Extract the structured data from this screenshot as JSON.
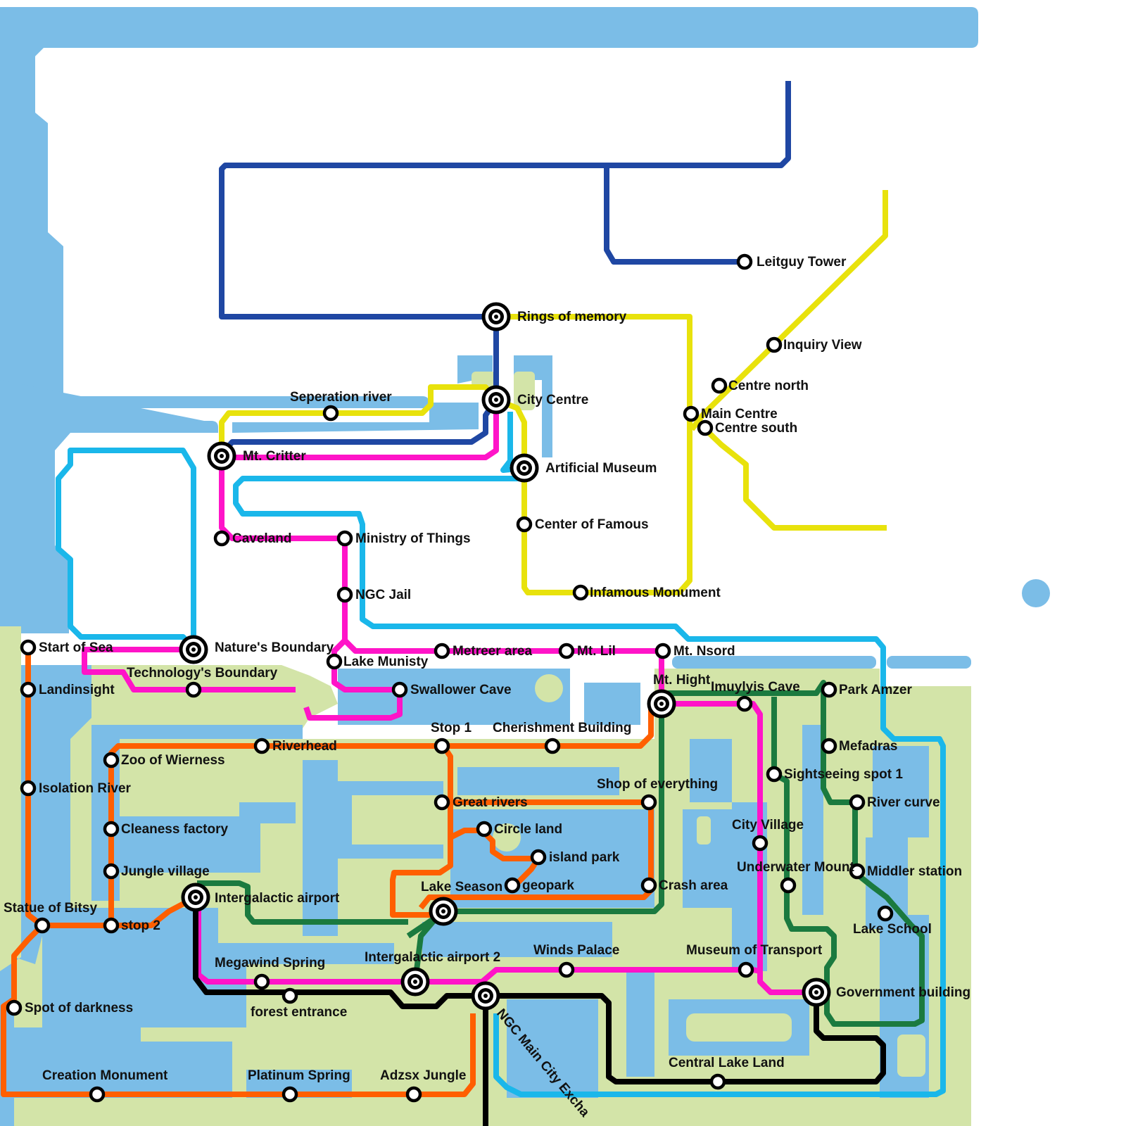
{
  "colors": {
    "water": "#7bbde7",
    "land": "#d3e4a8",
    "blue_line": "#1f47a3",
    "yellow_line": "#e8e20c",
    "cyan_line": "#1ab7ea",
    "magenta_line": "#ff14c8",
    "orange_line": "#ff5f00",
    "green_line": "#1b7a3f",
    "black_line": "#000000"
  },
  "stations": {
    "rings_of_memory": "Rings of memory",
    "leitguy_tower": "Leitguy Tower",
    "inquiry_view": "Inquiry View",
    "centre_north": "Centre north",
    "main_centre": "Main Centre",
    "centre_south": "Centre south",
    "seperation_river": "Seperation river",
    "city_centre": "City Centre",
    "mt_critter": "Mt. Critter",
    "artificial_museum": "Artificial Museum",
    "center_of_famous": "Center of Famous",
    "caveland": "Caveland",
    "ministry_of_things": "Ministry of Things",
    "ngc_jail": "NGC Jail",
    "infamous_monument": "Infamous Monument",
    "start_of_sea": "Start of Sea",
    "natures_boundary": "Nature's Boundary",
    "metreer_area": "Metreer area",
    "mt_lil": "Mt. Lil",
    "mt_nsord": "Mt. Nsord",
    "lake_munisty": "Lake Munisty",
    "technologys_boundary": "Technology's Boundary",
    "landinsight": "Landinsight",
    "swallower_cave": "Swallower Cave",
    "mt_hight": "Mt. Hight",
    "imuylyis_cave": "Imuylyis Cave",
    "park_amzer": "Park Amzer",
    "stop_1": "Stop 1",
    "cherishment_building": "Cherishment Building",
    "riverhead": "Riverhead",
    "zoo_of_wierness": "Zoo of Wierness",
    "mefadras": "Mefadras",
    "isolation_river": "Isolation River",
    "shop_of_everything": "Shop of everything",
    "sightseeing_spot_1": "Sightseeing spot 1",
    "great_rivers": "Great rivers",
    "river_curve": "River curve",
    "city_village": "City Village",
    "cleaness_factory": "Cleaness factory",
    "circle_land": "Circle land",
    "island_park": "island park",
    "jungle_village": "Jungle village",
    "underwater_mount": "Underwater Mount",
    "middler_station": "Middler station",
    "lake_season": "Lake Season",
    "geopark": "geopark",
    "crash_area": "Crash area",
    "intergalactic_airport": "Intergalactic airport",
    "statue_of_bitsy": "Statue of Bitsy",
    "stop_2": "stop 2",
    "lake_school": "Lake School",
    "winds_palace": "Winds Palace",
    "museum_of_transport": "Museum of Transport",
    "intergalactic_airport_2": "Intergalactic airport 2",
    "megawind_spring": "Megawind Spring",
    "government_building": "Government building",
    "spot_of_darkness": "Spot of darkness",
    "forest_entrance": "forest entrance",
    "ngc_main_city_exchange": "NGC Main City Excha",
    "central_lake_land": "Central Lake Land",
    "creation_monument": "Creation Monument",
    "platinum_spring": "Platinum Spring",
    "adzsx_jungle": "Adzsx Jungle"
  }
}
